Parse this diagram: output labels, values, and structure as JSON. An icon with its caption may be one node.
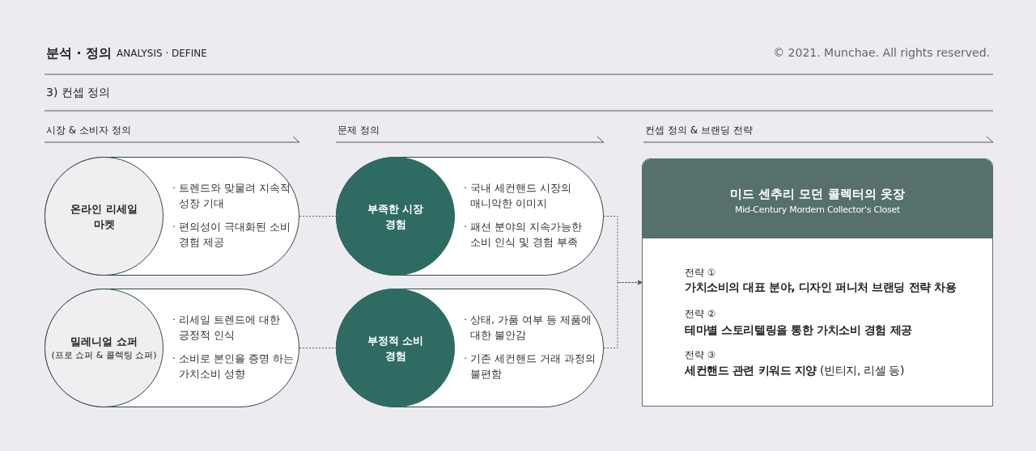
{
  "diagram": {
    "nodes": [
      {
        "text": [
          "· 트렌드와 맞물려 지속적 성장 기대",
          "· 편의성이 극대화된 소비 경험 제공"
        ]
      },
      {
        "text": [
          "온라인 리세일 마켓"
        ],
        "in": 0
      },
      {
        "text": [
          "· 리세일 트렌드에 대한 긍정적 인식",
          "· 소비로 본인을 증명 하는 가치소비 성향"
        ]
      },
      {
        "text": [
          "밀레니얼 쇼퍼",
          "(프로 쇼퍼 & 콜렉팅 쇼퍼)"
        ],
        "in": 2
      },
      {
        "text": [
          "· 국내 세컨핸드 시장의 매니악한 이미지",
          "· 패션 분야의 지속가능한 소비 인식 및 경험 부족"
        ]
      },
      {
        "text": [
          "부족한 시장 경험"
        ],
        "in": 4
      },
      {
        "text": [
          "· 상태, 가품 여부 등 제품에 대한 불안감",
          "· 기존 세컨핸드 거래 과정의 불편함"
        ]
      },
      {
        "text": [
          "부정적 소비 경험"
        ],
        "in": 6
      },
      {
        "text": [
          "미드 센추리 모던 콜렉터의 옷장",
          "Mid-Century Mordern Collector's Closet",
          "전략 ①",
          "가치소비의 대표 분야, 디자인 퍼니처 브랜딩 전략 차용",
          "전략 ②",
          "테마별 스토리텔링을 통한 가치소비 경험 제공",
          "전략 ③",
          "**세컨핸드 관련 키워드 지양** (빈티지, 리셀 등)"
        ]
      }
    ],
    "edges": [
      {
        "from": 0,
        "to": 4,
        "arrow": "none",
        "style": "dashed"
      },
      {
        "from": 2,
        "to": 6,
        "arrow": "none",
        "style": "dashed"
      },
      {
        "from": 4,
        "to": 8,
        "arrow": "to",
        "style": "dashed"
      },
      {
        "from": 6,
        "to": 8,
        "arrow": "to",
        "style": "dashed"
      }
    ],
    "labels": [
      "분석 · 정의",
      "ANALYSIS · DEFINE",
      "© 2021. Munchae. All rights reserved.",
      "3) 컨셉 정의",
      "시장 & 소비자 정의",
      "문제 정의",
      "컨셉 정의 & 브랜딩 전략"
    ]
  }
}
